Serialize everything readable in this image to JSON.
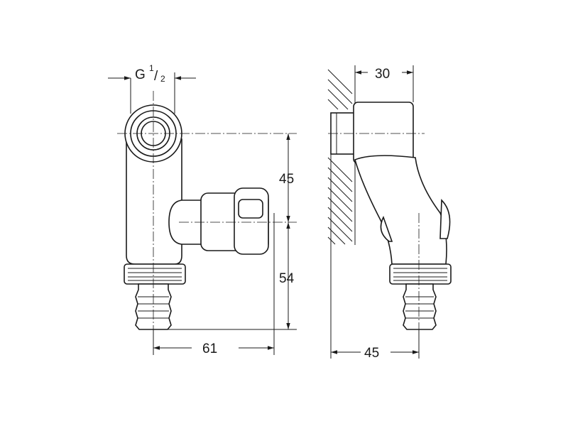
{
  "dimensions": {
    "thread_prefix": "G",
    "thread_numerator": "1",
    "thread_slash": "/",
    "thread_denominator": "2",
    "height_upper": "45",
    "height_lower": "54",
    "width_front": "61",
    "depth_top": "30",
    "depth_bottom": "45"
  }
}
